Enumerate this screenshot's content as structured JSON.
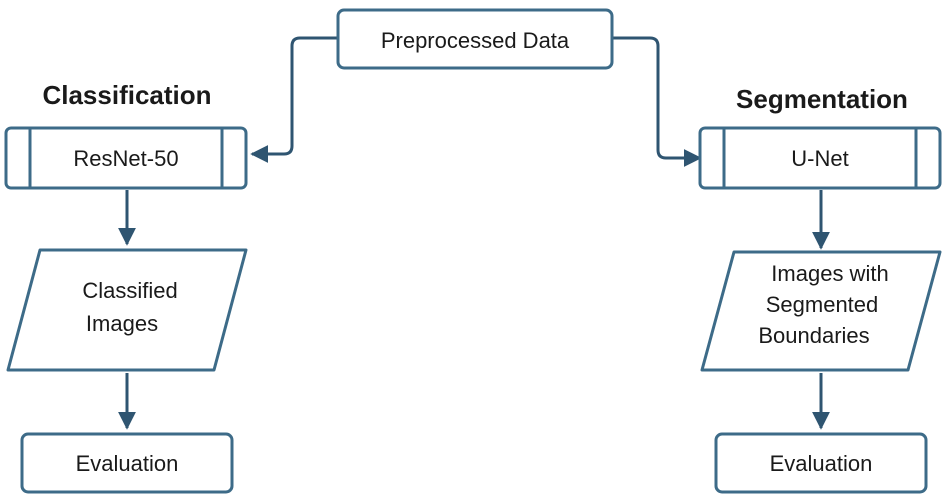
{
  "colors": {
    "stroke": "#3d6b88",
    "arrow": "#2f5571",
    "fill": "#ffffff",
    "text": "#1a1a1a"
  },
  "diagram": {
    "source": {
      "label": "Preprocessed Data"
    },
    "left_branch": {
      "title": "Classification",
      "model": "ResNet-50",
      "output": [
        "Classified",
        "Images"
      ],
      "evaluation": "Evaluation"
    },
    "right_branch": {
      "title": "Segmentation",
      "model": "U-Net",
      "output": [
        "Images with",
        "Segmented",
        "Boundaries"
      ],
      "evaluation": "Evaluation"
    }
  }
}
